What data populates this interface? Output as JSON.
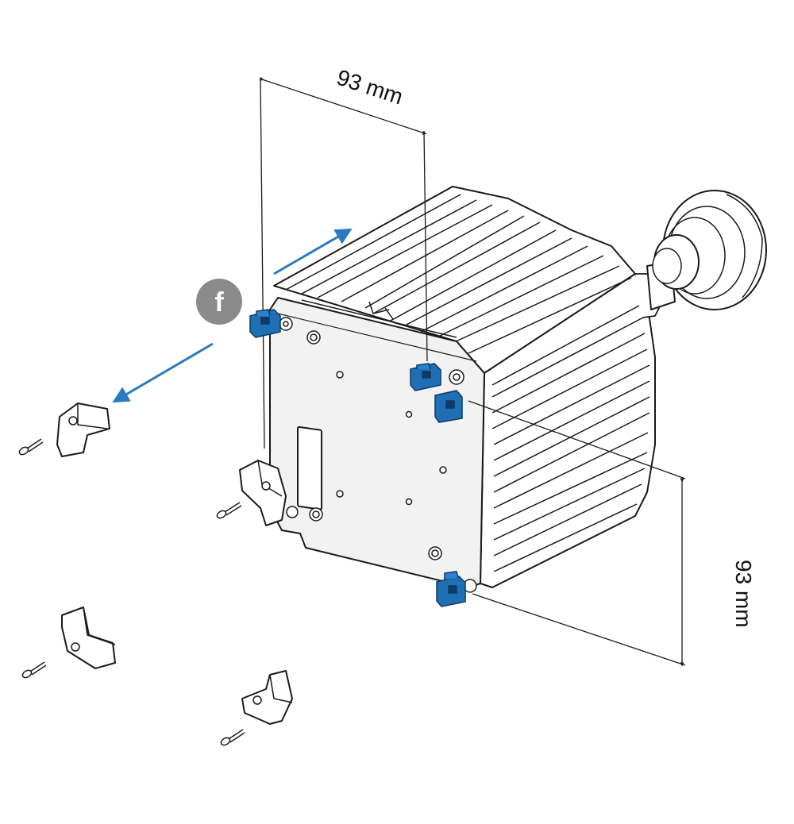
{
  "diagram": {
    "dimension_top": {
      "label": "93 mm"
    },
    "dimension_right": {
      "label": "93 mm"
    },
    "step_badge": {
      "label": "f"
    },
    "colors": {
      "clip_blue": "#1f6fb5",
      "arrow_blue": "#2a7ac0",
      "badge_gray": "#8a8a8a",
      "line": "#1a1a1a",
      "face_gray": "#f2f2f2"
    }
  }
}
